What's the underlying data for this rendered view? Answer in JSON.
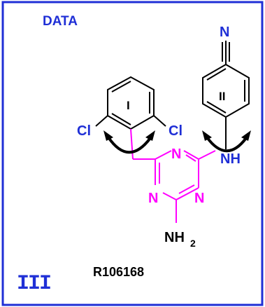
{
  "panel": {
    "title": "DATA",
    "compound_id": "R106168",
    "roman_label": "III",
    "border_color": "#1f2fd6"
  },
  "molecule": {
    "ring_labels": [
      "I",
      "II"
    ],
    "substituents": {
      "chloro_left": "Cl",
      "chloro_right": "Cl",
      "nitrile_n": "N",
      "amine_nh": "NH",
      "triazine_n_top": "N",
      "triazine_n_left": "N",
      "triazine_n_right": "N",
      "amino_nh": "NH",
      "amino_subscript": "2"
    },
    "colors": {
      "heteroatom": "#1f2fd6",
      "triazine": "#ff00ff",
      "bond": "#000000",
      "arrow": "#000000"
    }
  }
}
